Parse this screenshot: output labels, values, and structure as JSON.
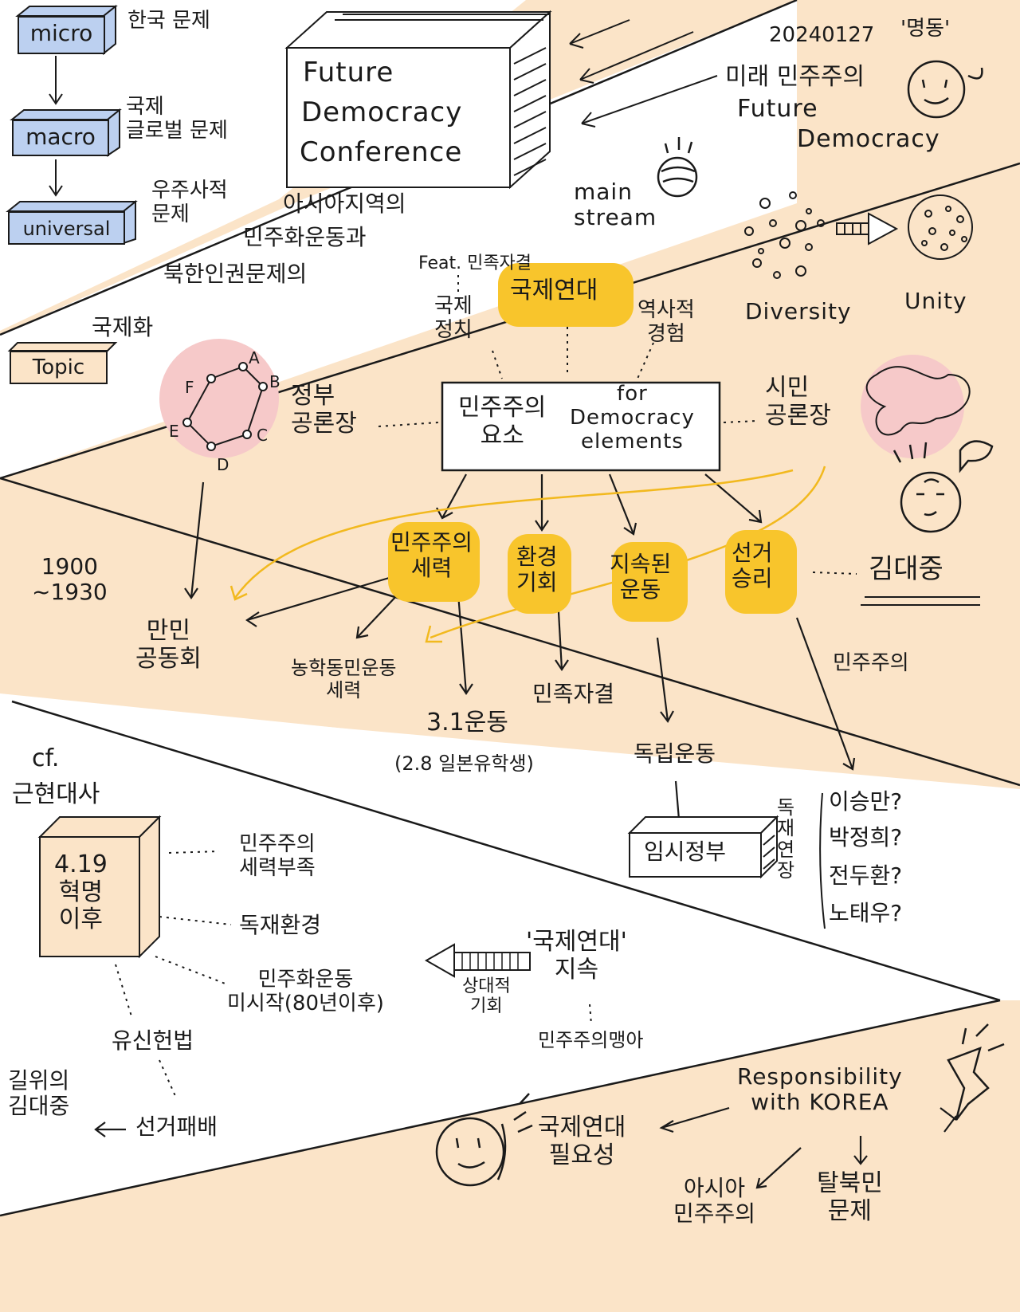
{
  "header": {
    "date": "20240127",
    "badge": "'명동'",
    "title_ko": "미래 민주주의",
    "title_en_1": "Future",
    "title_en_2": "Democracy"
  },
  "conference": {
    "line1": "Future",
    "line2": "Democracy",
    "line3": "Conference"
  },
  "levels": [
    {
      "box": "micro",
      "desc": "한국 문제"
    },
    {
      "box": "macro",
      "desc": "국제\n글로벌 문제"
    },
    {
      "box": "universal",
      "desc": "우주사적\n문제"
    }
  ],
  "band_text": {
    "asia_line1": "아시아지역의",
    "asia_line2": "민주화운동과",
    "asia_line3": "북한인권문제의",
    "intl": "국제화"
  },
  "topic_label": "Topic",
  "center": {
    "feat": "Feat. 민족자결",
    "intl_solidarity": "국제연대",
    "intl_politics": "국제\n정치",
    "historical": "역사적\n경험",
    "box_ko": "민주주의\n요소",
    "box_en": "for\nDemocracy\nelements",
    "mainstream": "main\nstream"
  },
  "diversity": {
    "left": "Diversity",
    "right": "Unity"
  },
  "government": {
    "label": "정부\n공론장",
    "nodes": [
      "A",
      "B",
      "C",
      "D",
      "E",
      "F"
    ]
  },
  "citizen": {
    "label": "시민\n공론장"
  },
  "elements": [
    {
      "label": "민주주의\n세력"
    },
    {
      "label": "환경\n기회"
    },
    {
      "label": "지속된\n운동"
    },
    {
      "label": "선거\n승리"
    }
  ],
  "kim_dae_jung": "김대중",
  "history": {
    "years": "1900\n~1930",
    "manmin": "만민\n공동회",
    "farmers": "농학동민운동\n세력",
    "march1": "3.1운동",
    "feb8": "(2.8 일본유학생)",
    "self_det": "민족자결",
    "independence": "독립운동",
    "provisional": "임시정부",
    "democracy_label": "민주주의"
  },
  "dictators": {
    "vertical": "독\n재\n연\n장",
    "names": [
      "이승만?",
      "박정희?",
      "전두환?",
      "노태우?"
    ]
  },
  "modern": {
    "cf": "cf.",
    "title": "근현대사",
    "april19": "4.19\n혁명\n이후",
    "weak_forces": "민주주의\n세력부족",
    "dictatorship": "독재환경",
    "no_movement": "민주화운동\n미시작(80년이후)",
    "yushin": "유신헌법",
    "kim_road": "길위의\n김대중",
    "election_loss": "선거패배",
    "relative_opp": "상대적\n기회",
    "intl_continue": "'국제연대'\n지속",
    "sprout": "민주주의맹아"
  },
  "responsibility": {
    "title": "Responsibility\nwith KOREA",
    "need": "국제연대\n필요성",
    "asia_democracy": "아시아\n민주주의",
    "defectors": "탈북민\n문제"
  },
  "colors": {
    "band": "#fbe4c8",
    "highlight": "#f8c52c",
    "pink": "#f6c9c9",
    "blue_box": "#bcd0f0",
    "yellow_line": "#f2b91e",
    "ink": "#1a1a1a"
  }
}
